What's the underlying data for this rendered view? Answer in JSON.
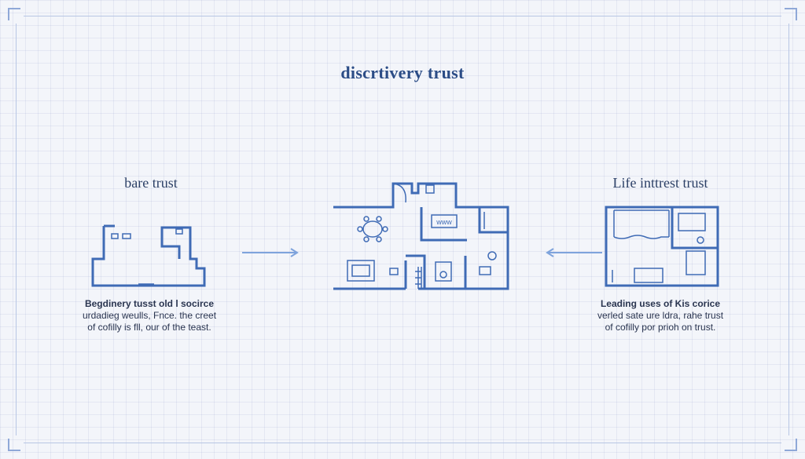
{
  "title": "discrtivery trust",
  "left": {
    "label": "bare trust",
    "desc": [
      "Begdinery tusst old l socirce",
      "urdadieg weulls, Fnce. the creet",
      "of cofilly is fll, our of the teast."
    ]
  },
  "center": {
    "sign_text": "www"
  },
  "right": {
    "label": "Life inttrest trust",
    "desc": [
      "Leading uses of Kis corice",
      "verled sate ure ldra, rahe trust",
      "of cofilly por prioh on trust."
    ]
  },
  "colors": {
    "ink": "#3f6bb5",
    "title": "#2b4c86",
    "arrow": "#7ea3dc"
  }
}
